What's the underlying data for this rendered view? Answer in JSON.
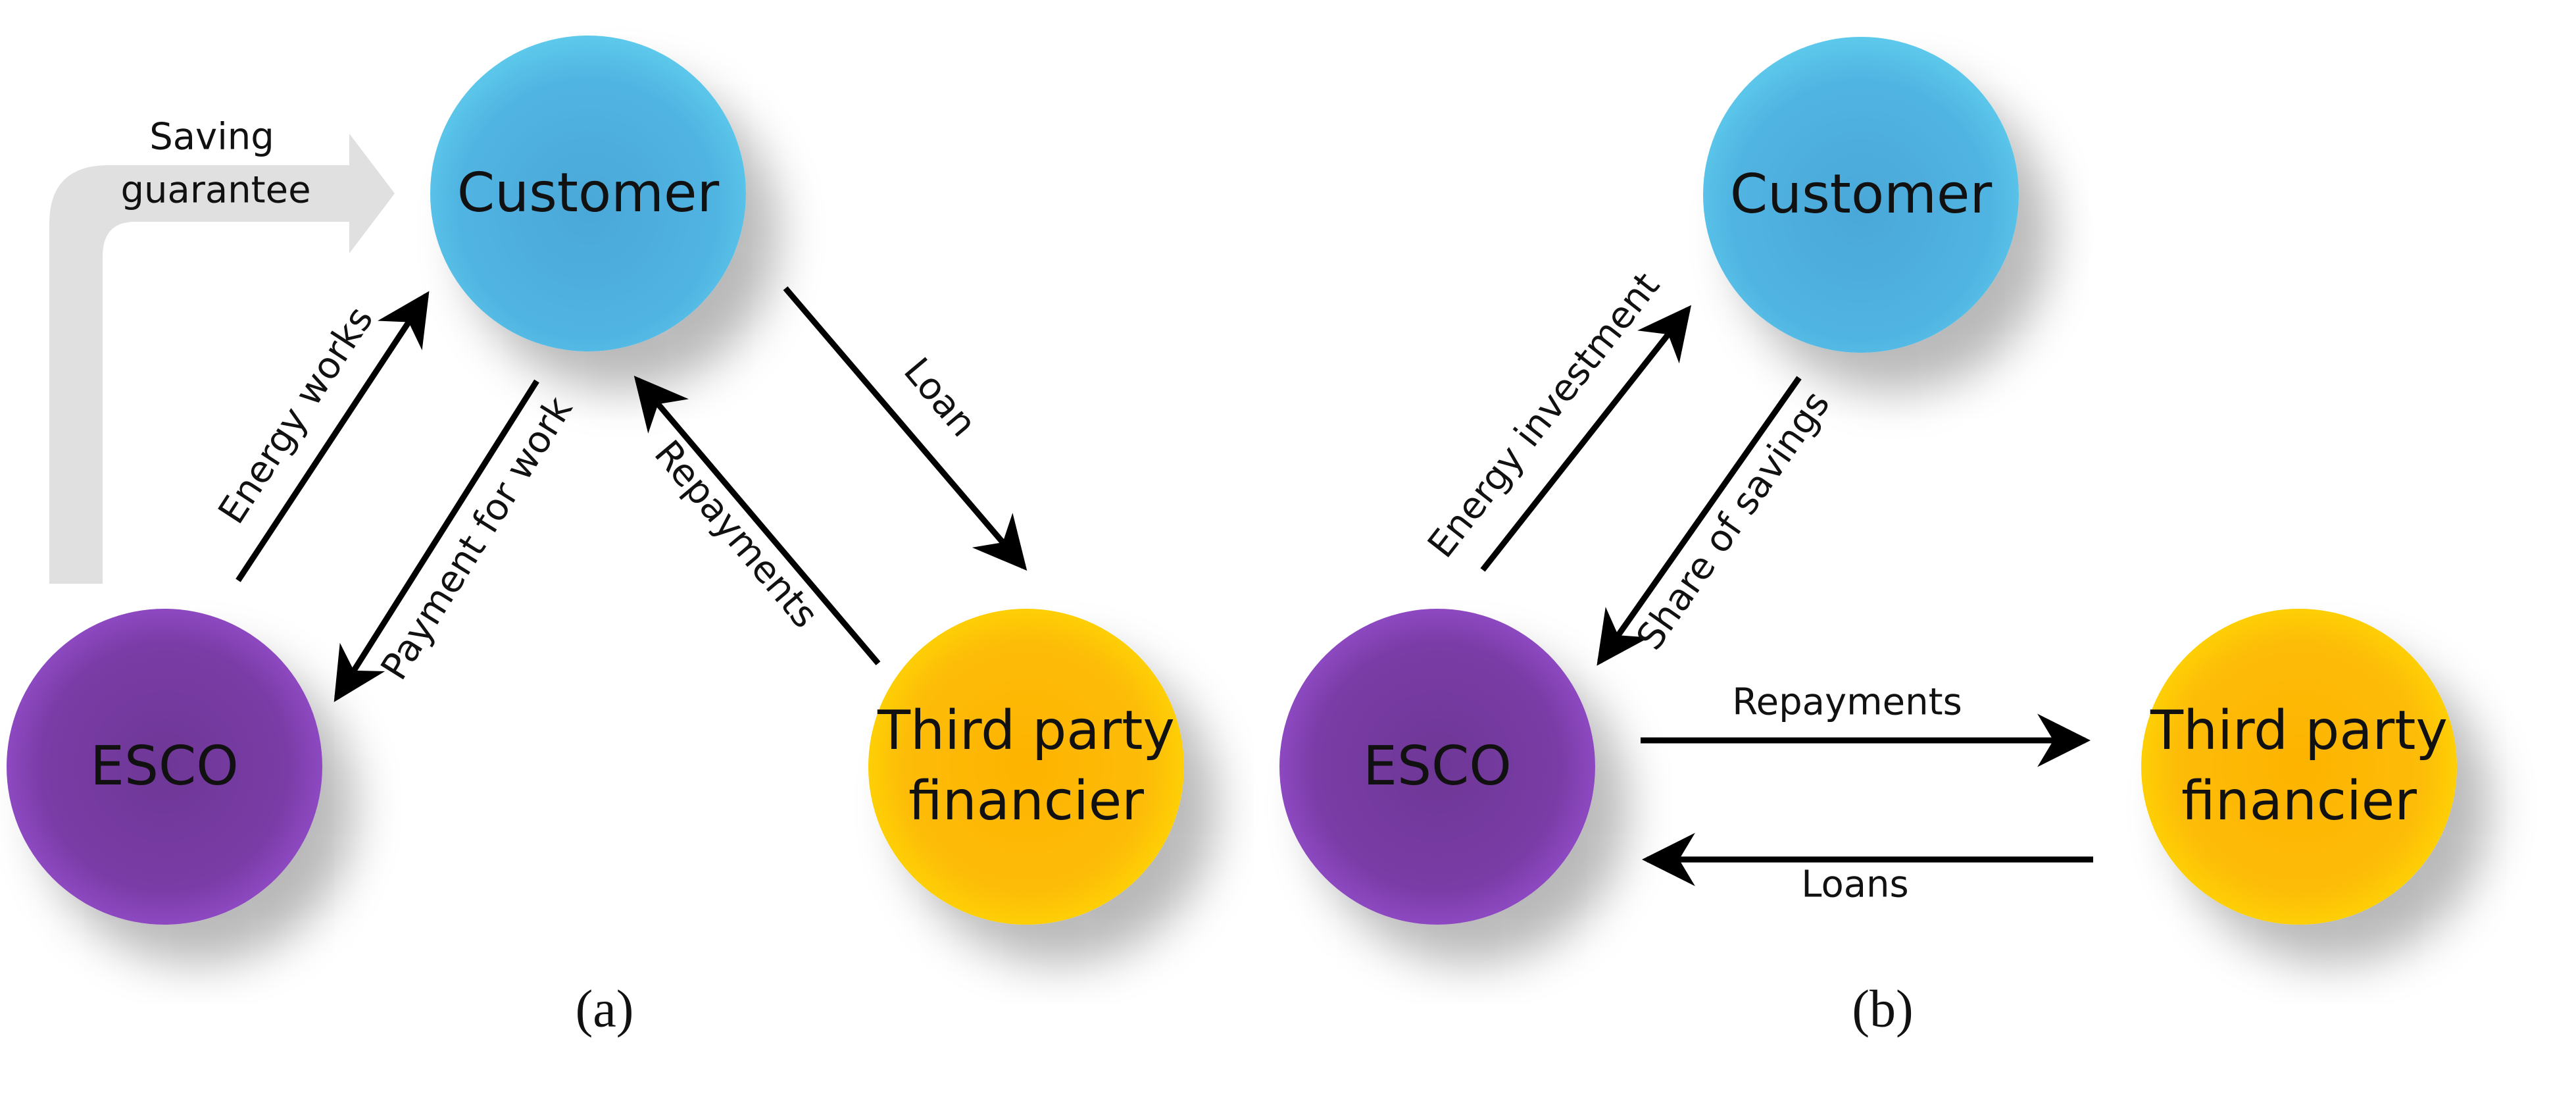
{
  "panel_a": {
    "nodes": {
      "customer": "Customer",
      "esco": "ESCO",
      "financier_line1": "Third party",
      "financier_line2": "financier"
    },
    "edges": {
      "saving_guarantee_line1": "Saving",
      "saving_guarantee_line2": "guarantee",
      "energy_works": "Energy works",
      "payment_for_work": "Payment for work",
      "repayments": "Repayments",
      "loan": "Loan"
    },
    "caption": "(a)"
  },
  "panel_b": {
    "nodes": {
      "customer": "Customer",
      "esco": "ESCO",
      "financier_line1": "Third party",
      "financier_line2": "financier"
    },
    "edges": {
      "energy_investment": "Energy investment",
      "share_of_savings": "Share of savings",
      "repayments": "Repayments",
      "loans": "Loans"
    },
    "caption": "(b)"
  },
  "colors": {
    "customer": "#50b4e2",
    "esco": "#7a3ca6",
    "financier": "#fdbc08",
    "arrow": "#000000",
    "guarantee_arrow": "#e0e0e0"
  }
}
